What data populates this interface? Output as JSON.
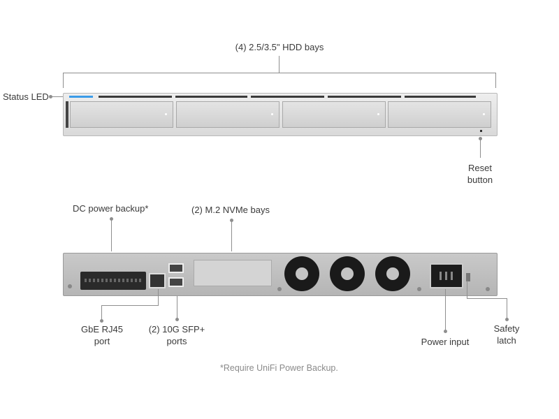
{
  "labels": {
    "hdd_bays": "(4) 2.5/3.5\" HDD bays",
    "status_led": "Status LED",
    "reset_button": [
      "Reset",
      "button"
    ],
    "dc_power_backup": "DC power backup*",
    "nvme_bays": "(2) M.2 NVMe bays",
    "rj45_port": [
      "GbE RJ45",
      "port"
    ],
    "sfp_ports": [
      "(2) 10G SFP+",
      "ports"
    ],
    "power_input": "Power input",
    "safety_latch": [
      "Safety",
      "latch"
    ]
  },
  "footnote": "*Require UniFi Power Backup.",
  "colors": {
    "status_led": "#3b9be8",
    "chassis": "#d9d9d9",
    "leader_line": "#8e8e8e"
  }
}
